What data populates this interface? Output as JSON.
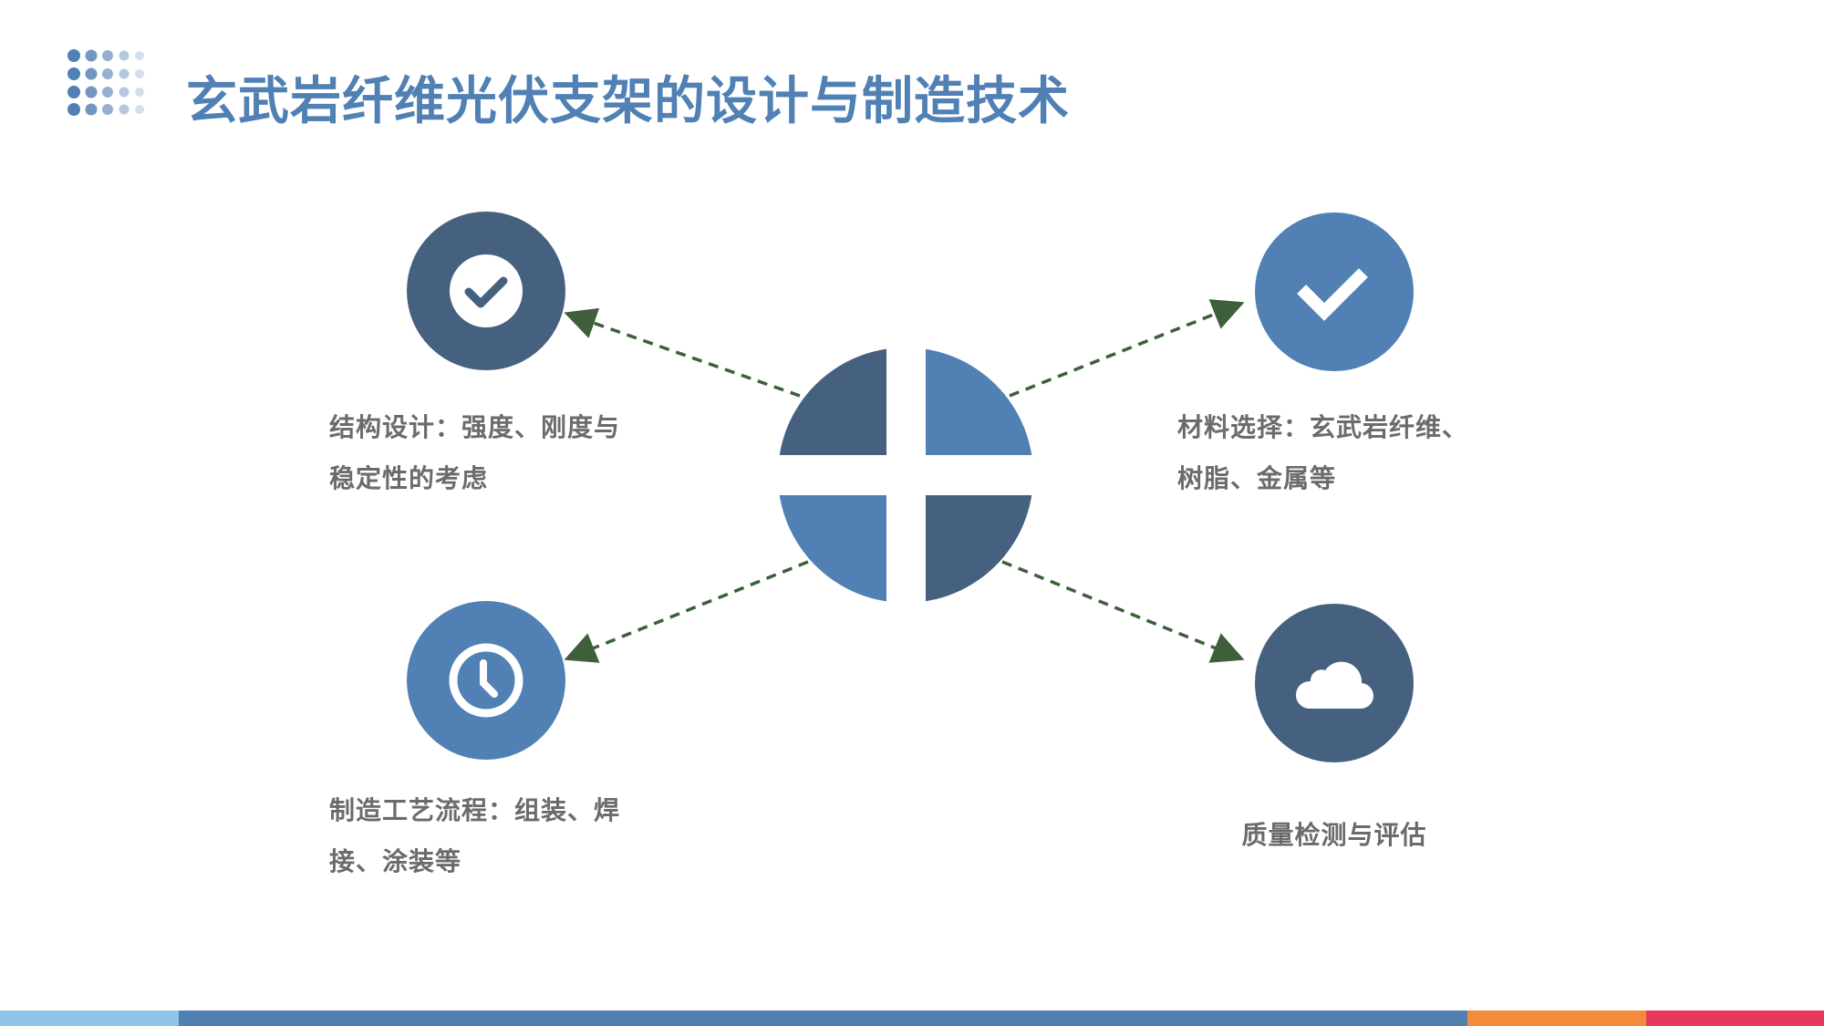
{
  "title": "玄武岩纤维光伏支架的设计与制造技术",
  "colors": {
    "dark": "#46617f",
    "light": "#5080b4",
    "arrow": "#3d5f3a",
    "text": "#6b6b6b"
  },
  "items": [
    {
      "icon": "check-circle-icon",
      "line1": "结构设计：强度、刚度与",
      "line2": "稳定性的考虑"
    },
    {
      "icon": "checkmark-icon",
      "line1": "材料选择：玄武岩纤维、",
      "line2": "树脂、金属等"
    },
    {
      "icon": "clock-icon",
      "line1": "制造工艺流程：组装、焊",
      "line2": "接、涂装等"
    },
    {
      "icon": "cloud-icon",
      "line1": "质量检测与评估"
    }
  ],
  "footer_colors": [
    "#8fc6e8",
    "#5180b0",
    "#f28c3c",
    "#e8395a"
  ]
}
